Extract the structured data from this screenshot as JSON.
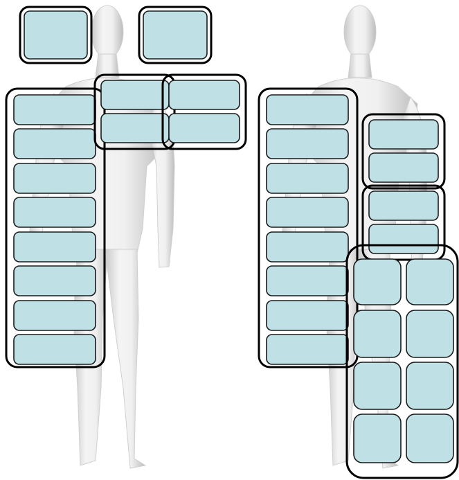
{
  "colors": {
    "background": "#ffffff",
    "pad_fill": "#bfe0e4",
    "pad_stroke": "#1a1a1a",
    "group_stroke": "#000000",
    "mannequin_light": "#f2f2f2",
    "mannequin_mid": "#d9d9d9",
    "mannequin_shadow": "#b8b8b8"
  },
  "figures": [
    {
      "id": "left-figure",
      "pad_groups": [
        {
          "id": "head-left-pad-group",
          "pads": 1
        },
        {
          "id": "head-right-pad-group",
          "pads": 1
        },
        {
          "id": "chest-left-pad-group",
          "pads": 2
        },
        {
          "id": "chest-right-pad-group",
          "pads": 2
        },
        {
          "id": "side-column-pad-group",
          "pads": 8
        }
      ]
    },
    {
      "id": "right-figure",
      "pad_groups": [
        {
          "id": "side-column-pad-group",
          "pads": 8
        },
        {
          "id": "hip-upper-pad-group",
          "pads": 2
        },
        {
          "id": "hip-lower-pad-group",
          "pads": 2
        },
        {
          "id": "leg-grid-pad-group",
          "pads": 8
        }
      ]
    }
  ]
}
